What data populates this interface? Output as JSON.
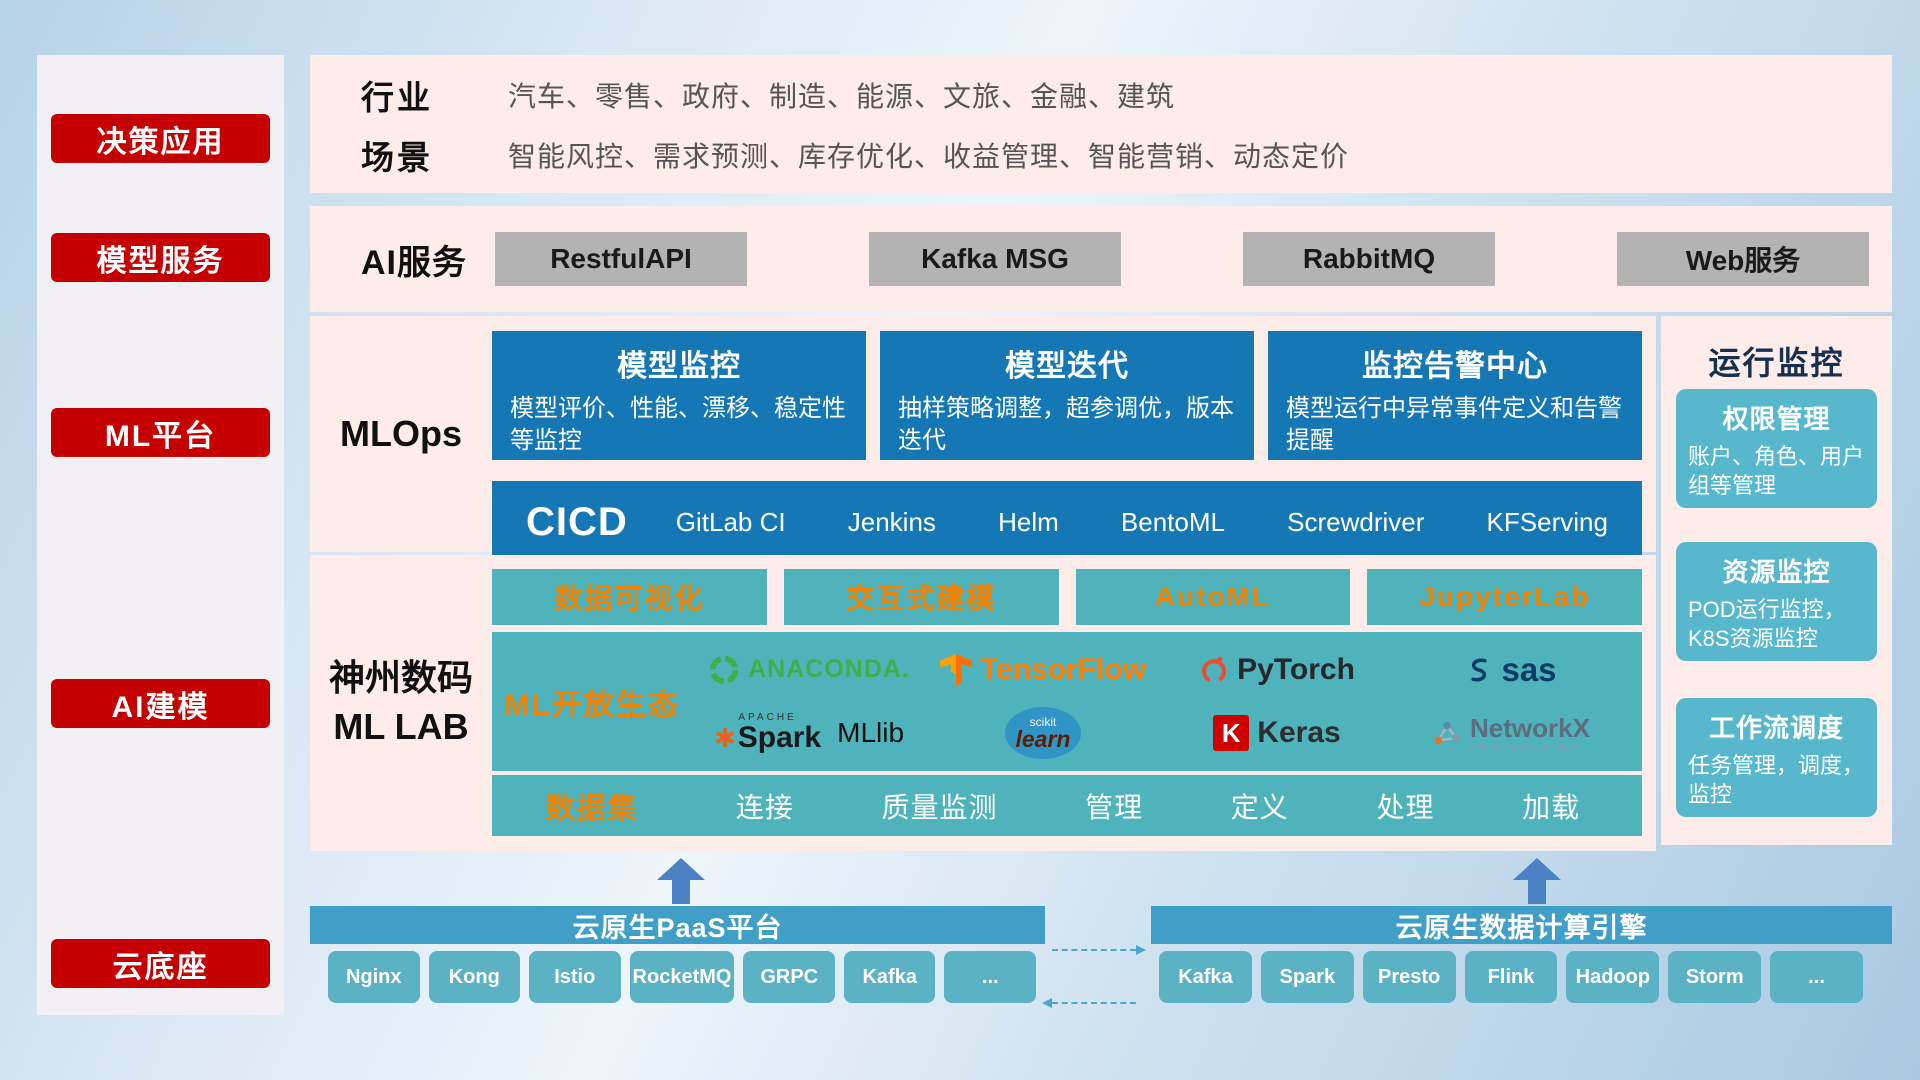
{
  "colors": {
    "sidebar_red": "#c40000",
    "panel_pink": "#fdecea",
    "mlops_blue": "#1578b5",
    "lab_teal": "#4fb3bb",
    "monitor_teal": "#56b7cd",
    "accent_orange": "#f08300",
    "cloud_header_teal": "#3f9fc6",
    "chip_teal": "#5cb2c5",
    "gray_button": "#b3b3b3"
  },
  "sidebar": {
    "items": [
      "决策应用",
      "模型服务",
      "ML平台",
      "AI建模",
      "云底座"
    ]
  },
  "applications": {
    "rows": [
      {
        "label": "行业",
        "value": "汽车、零售、政府、制造、能源、文旅、金融、建筑"
      },
      {
        "label": "场景",
        "value": "智能风控、需求预测、库存优化、收益管理、智能营销、动态定价"
      }
    ]
  },
  "ai_service": {
    "label": "AI服务",
    "buttons": [
      "RestfulAPI",
      "Kafka MSG",
      "RabbitMQ",
      "Web服务"
    ]
  },
  "mlops": {
    "label": "MLOps",
    "cards": [
      {
        "title": "模型监控",
        "desc": "模型评价、性能、漂移、稳定性等监控"
      },
      {
        "title": "模型迭代",
        "desc": "抽样策略调整，超参调优，版本迭代"
      },
      {
        "title": "监控告警中心",
        "desc": "模型运行中异常事件定义和告警提醒"
      }
    ],
    "cicd": {
      "title": "CICD",
      "items": [
        "GitLab CI",
        "Jenkins",
        "Helm",
        "BentoML",
        "Screwdriver",
        "KFServing"
      ]
    }
  },
  "monitoring": {
    "title": "运行监控",
    "cards": [
      {
        "title": "权限管理",
        "desc": "账户、角色、用户组等管理"
      },
      {
        "title": "资源监控",
        "desc": "POD运行监控，K8S资源监控"
      },
      {
        "title": "工作流调度",
        "desc": "任务管理，调度，监控"
      }
    ]
  },
  "mllab": {
    "label_line1": "神州数码",
    "label_line2": "ML LAB",
    "tools": [
      "数据可视化",
      "交互式建模",
      "AutoML",
      "JupyterLab"
    ],
    "ecosystem": {
      "label": "ML开放生态",
      "logos": {
        "anaconda": "ANACONDA.",
        "tensorflow": "TensorFlow",
        "pytorch": "PyTorch",
        "sas": "sas",
        "spark_top": "APACHE",
        "spark": "Spark",
        "mllib": "MLlib",
        "scikit_top": "scikit",
        "scikit": "learn",
        "keras_k": "K",
        "keras": "Keras",
        "networkx": "NetworkX",
        "networkx_tagline": "Network Analysis in Python"
      }
    },
    "dataset": {
      "label": "数据集",
      "items": [
        "连接",
        "质量监测",
        "管理",
        "定义",
        "处理",
        "加载"
      ]
    }
  },
  "cloud": {
    "paas": {
      "title": "云原生PaaS平台",
      "items": [
        "Nginx",
        "Kong",
        "Istio",
        "RocketMQ",
        "GRPC",
        "Kafka",
        "..."
      ]
    },
    "engine": {
      "title": "云原生数据计算引擎",
      "items": [
        "Kafka",
        "Spark",
        "Presto",
        "Flink",
        "Hadoop",
        "Storm",
        "..."
      ]
    }
  }
}
